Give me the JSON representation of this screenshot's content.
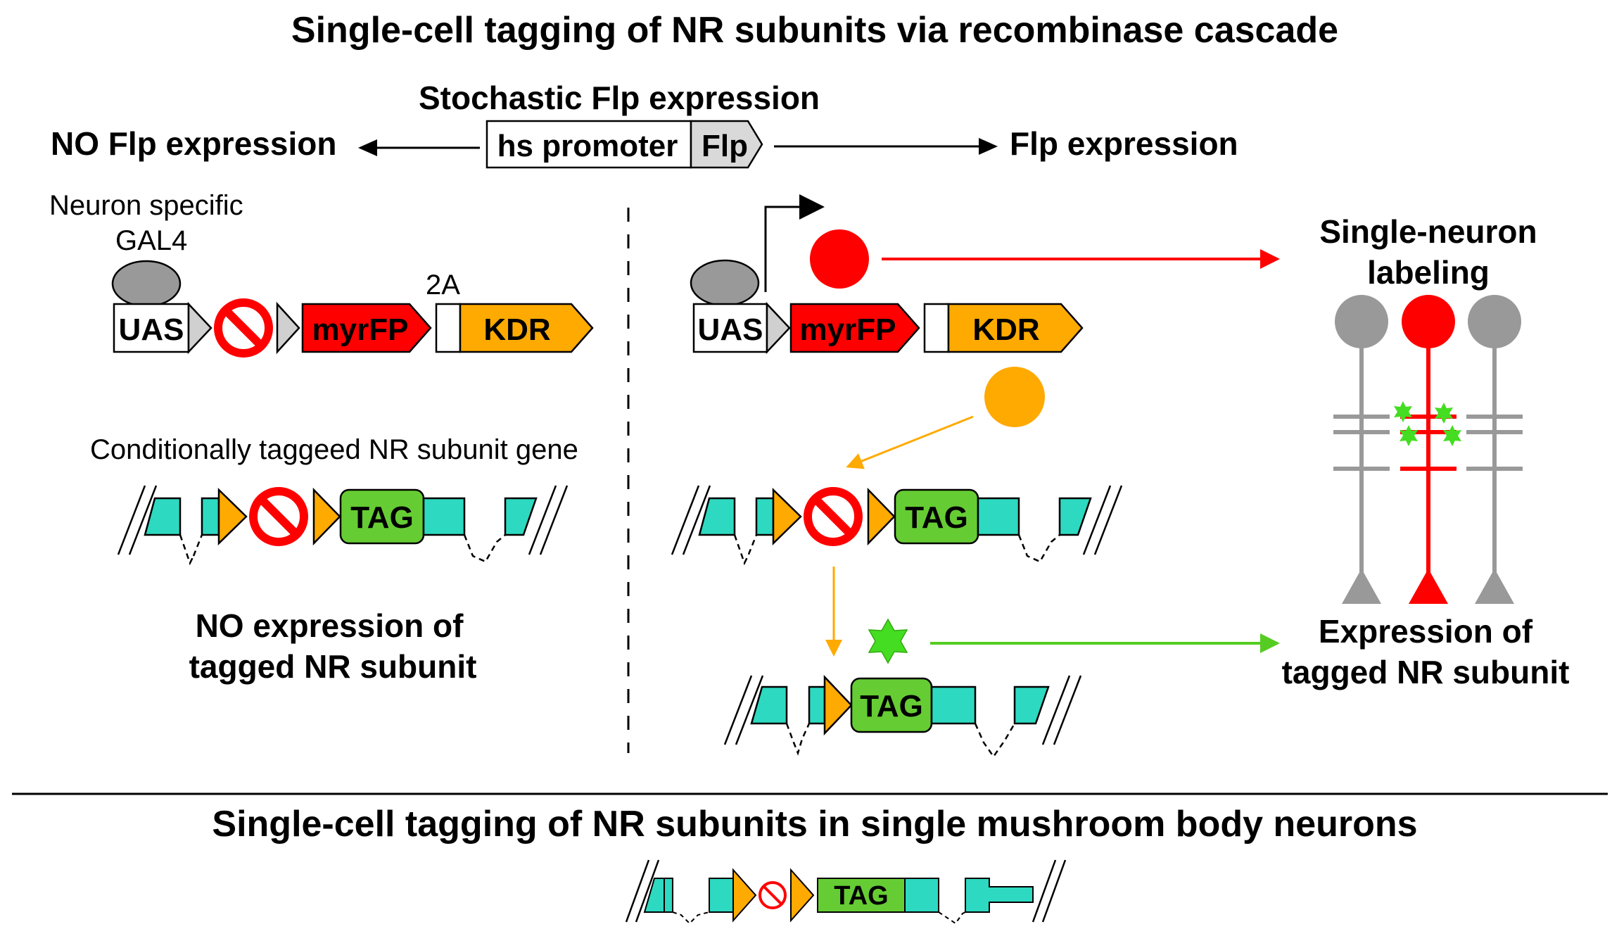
{
  "title": "Single-cell tagging of NR subunits via recombinase cascade",
  "stochastic_label": "Stochastic Flp expression",
  "promoter_box": {
    "promoter": "hs promoter",
    "flp": "Flp"
  },
  "no_flp_label": "NO Flp expression",
  "flp_label": "Flp expression",
  "left": {
    "neuron_specific": "Neuron specific",
    "gal4": "GAL4",
    "uas": "UAS",
    "myrfp": "myrFP",
    "two_a": "2A",
    "kdr": "KDR",
    "gene_label": "Conditionally taggeed NR subunit gene",
    "tag": "TAG",
    "result_line1": "NO expression of",
    "result_line2": "tagged NR subunit"
  },
  "right": {
    "uas": "UAS",
    "myrfp": "myrFP",
    "kdr": "KDR",
    "tag_upper": "TAG",
    "tag_lower": "TAG",
    "single_neuron_line1": "Single-neuron",
    "single_neuron_line2": "labeling",
    "expression_line1": "Expression of",
    "expression_line2": "tagged NR subunit"
  },
  "bottom_title": "Single-cell tagging of NR subunits in single mushroom body neurons",
  "bottom_tag": "TAG",
  "colors": {
    "red": "#ff0000",
    "orange": "#ffaa00",
    "teal": "#2dd9c0",
    "green": "#66cc33",
    "star_green": "#44dd22",
    "grey": "#999999",
    "dark_grey": "#808080",
    "white": "#ffffff"
  }
}
